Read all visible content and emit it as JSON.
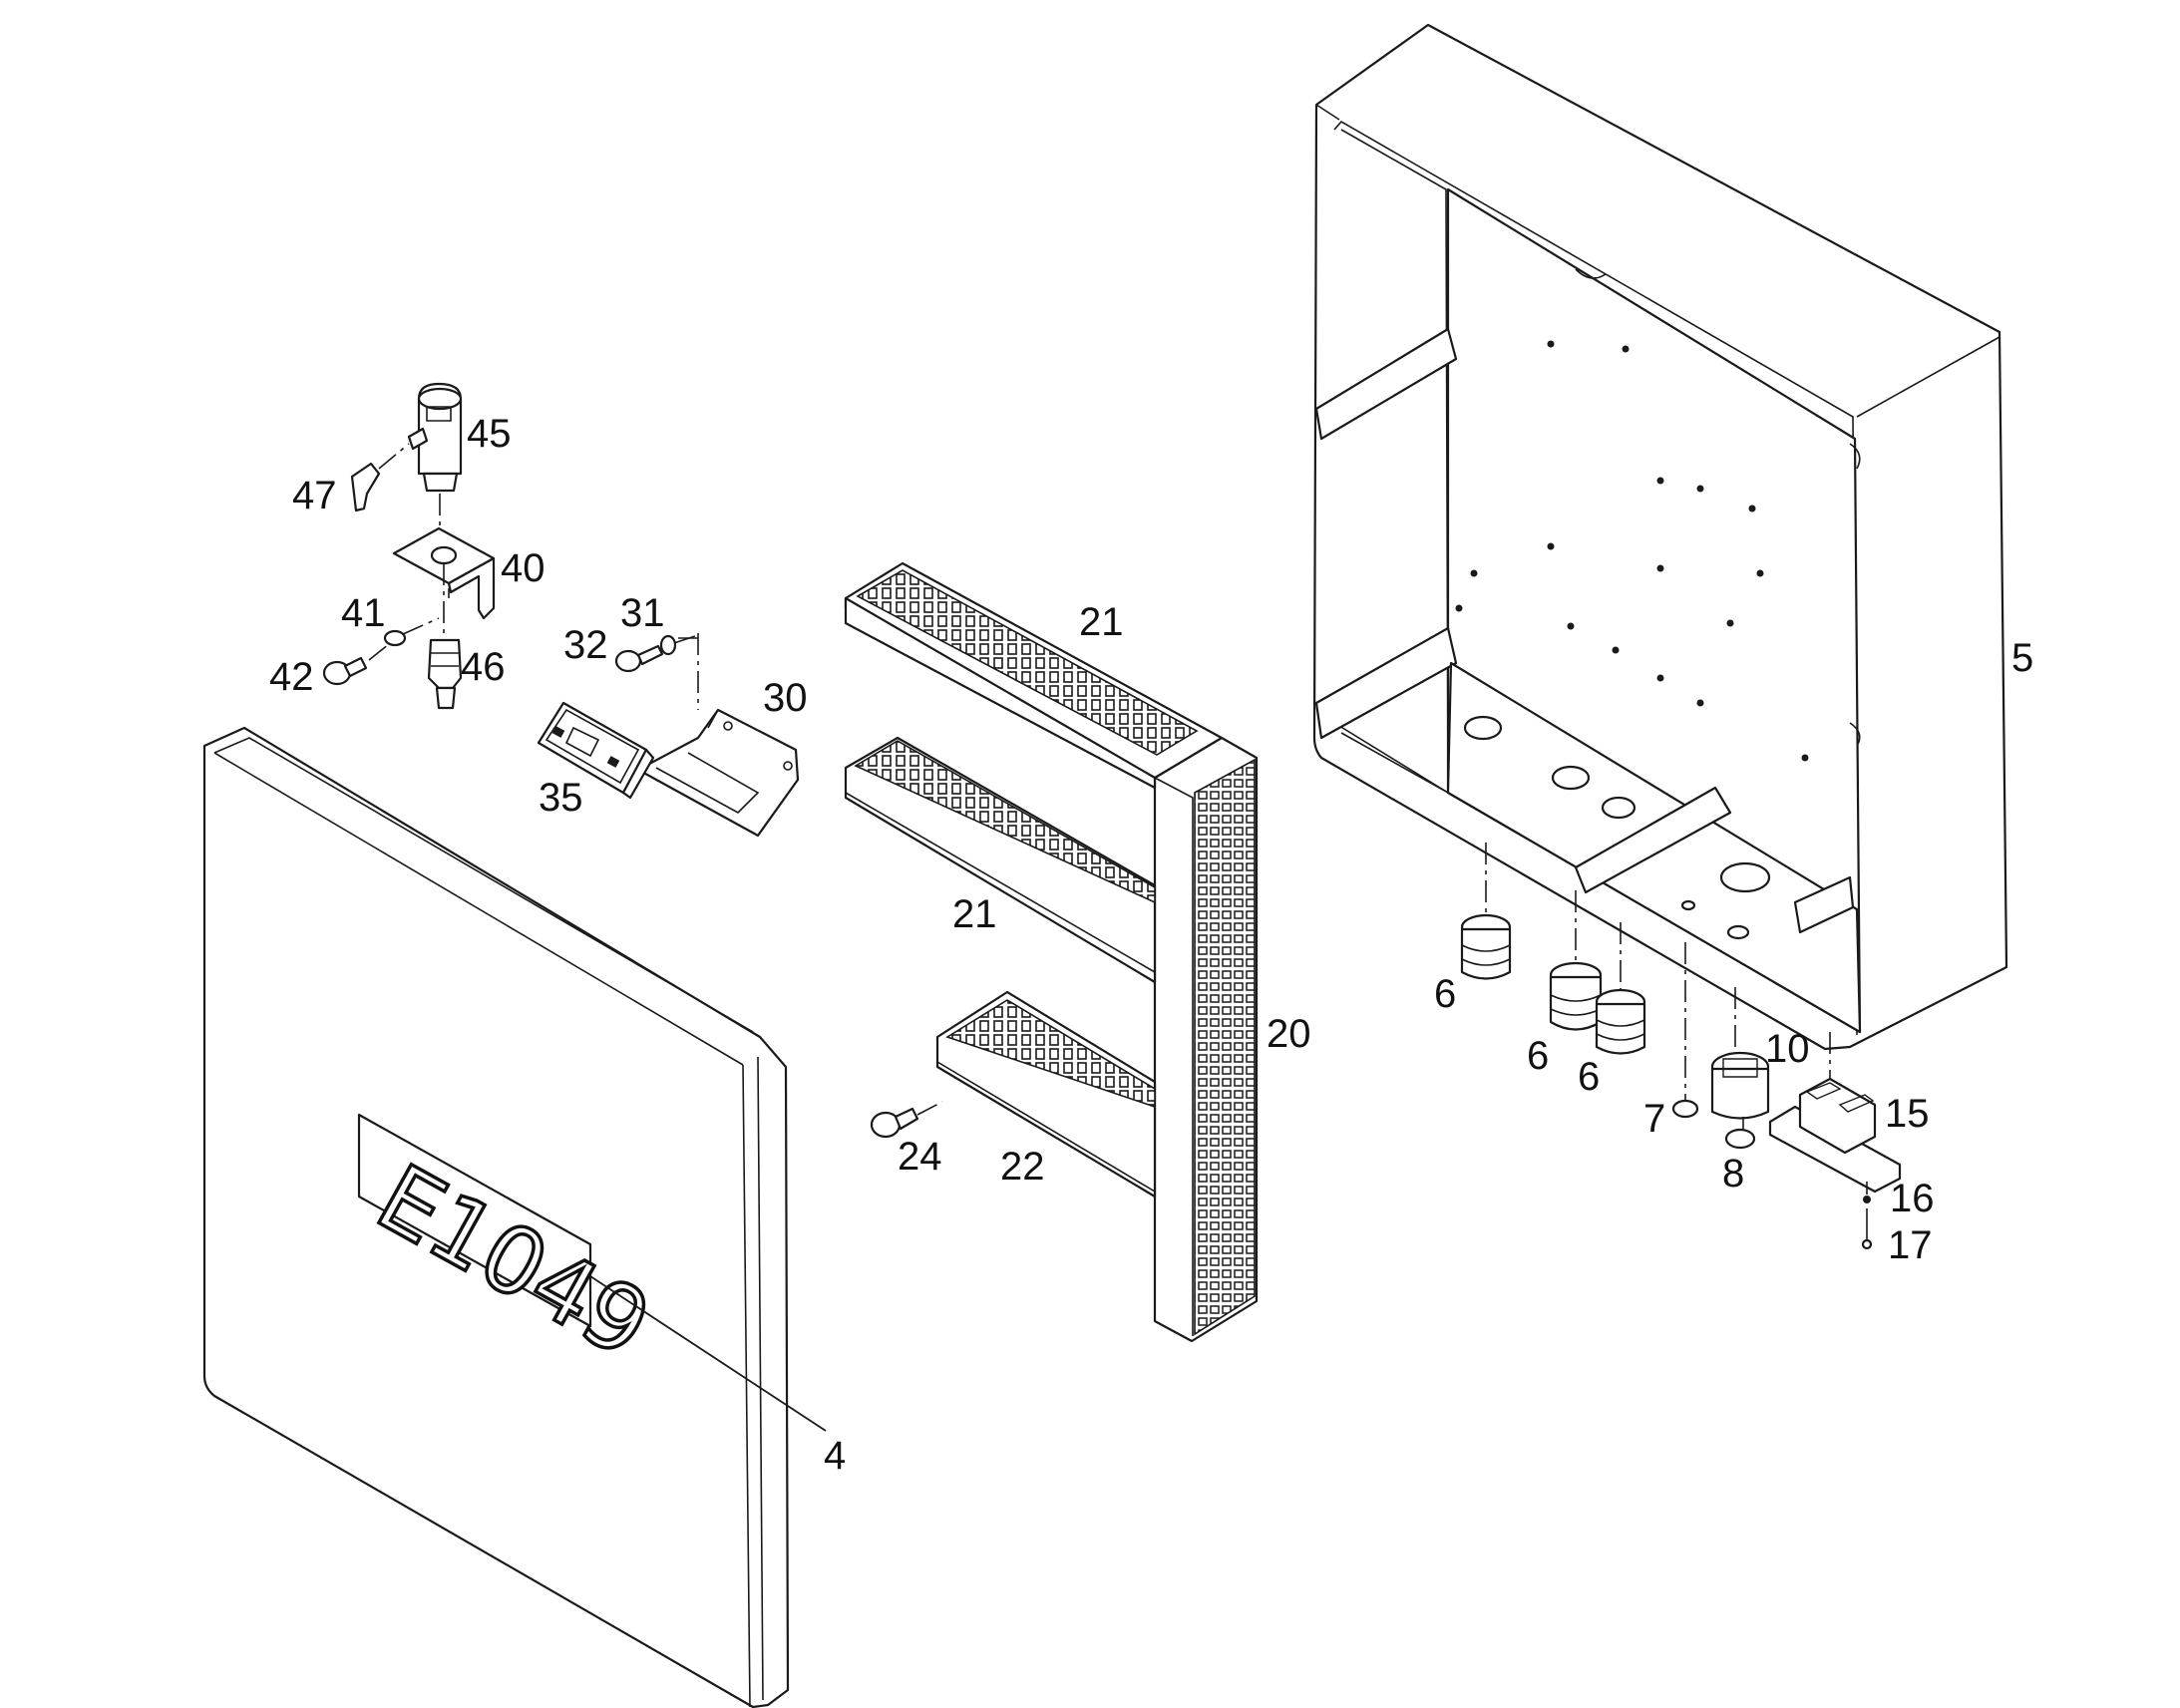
{
  "drawing": {
    "plate_code": "E1049",
    "labels": {
      "l4": "4",
      "l5": "5",
      "l6a": "6",
      "l6b": "6",
      "l6c": "6",
      "l7": "7",
      "l8": "8",
      "l10": "10",
      "l15": "15",
      "l16": "16",
      "l17": "17",
      "l20": "20",
      "l21a": "21",
      "l21b": "21",
      "l22": "22",
      "l24": "24",
      "l30": "30",
      "l31": "31",
      "l32": "32",
      "l35": "35",
      "l40": "40",
      "l41": "41",
      "l42": "42",
      "l45": "45",
      "l46": "46",
      "l47": "47"
    }
  }
}
